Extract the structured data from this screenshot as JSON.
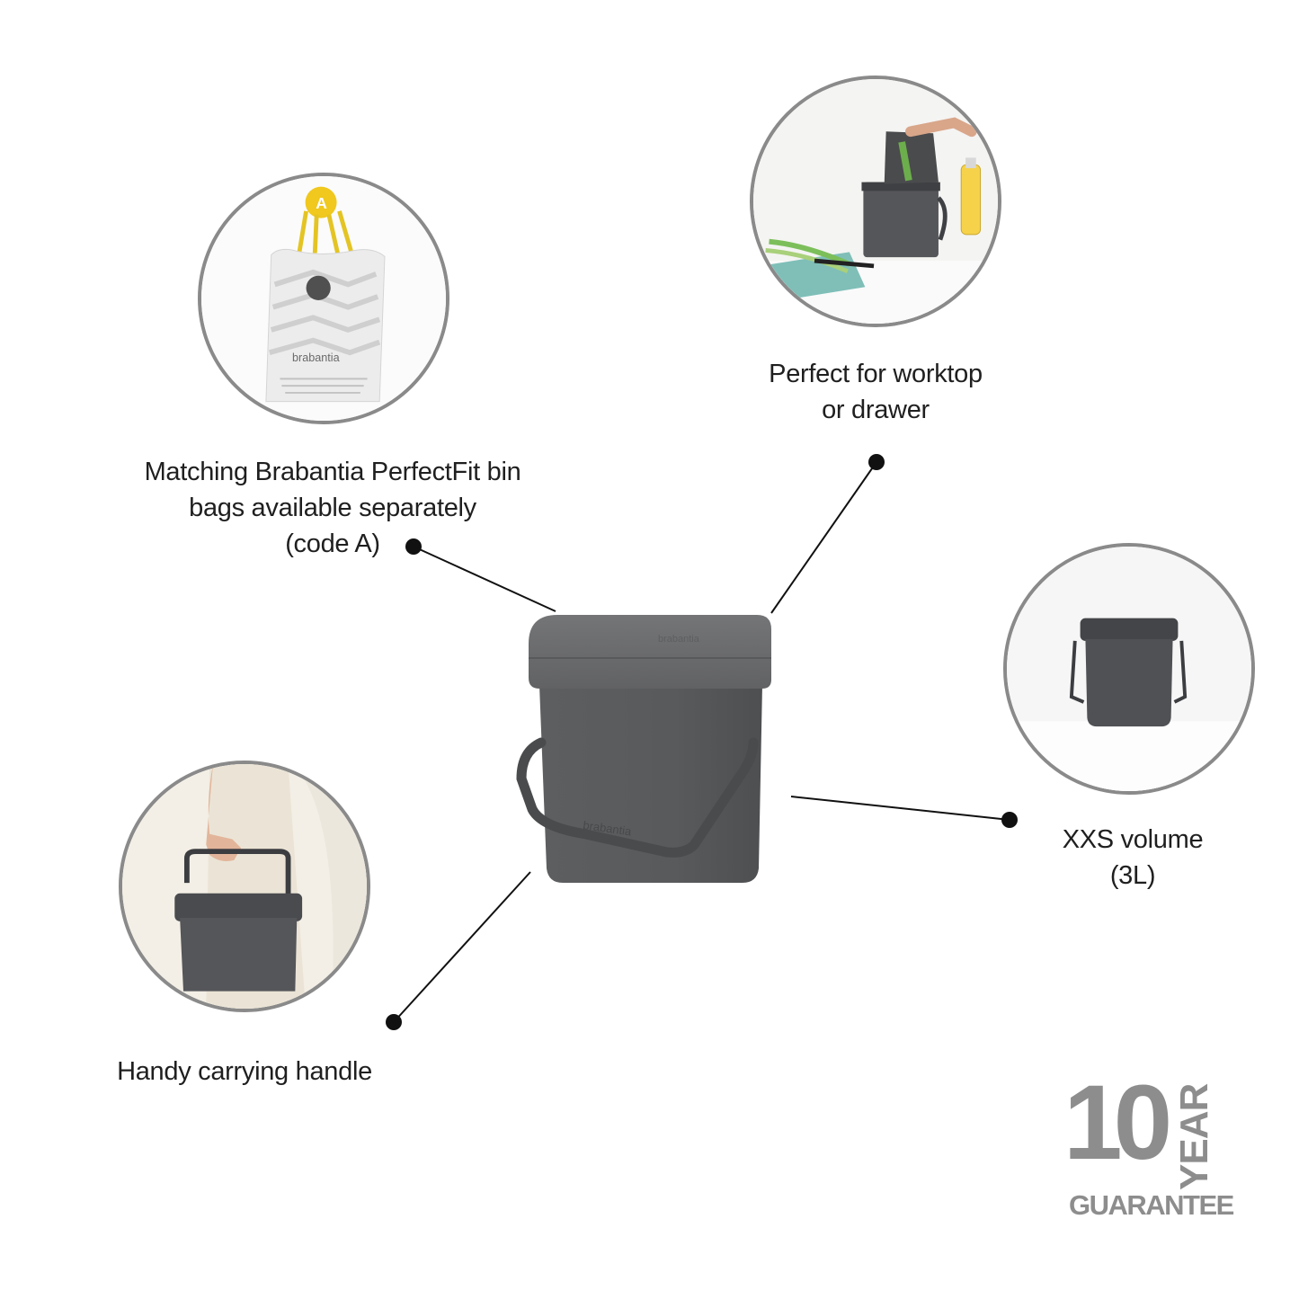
{
  "features": {
    "bags": {
      "lines": [
        "Matching Brabantia PerfectFit bin",
        "bags available separately",
        "(code A)"
      ],
      "bag_brand": "brabantia",
      "hook_letter": "A"
    },
    "worktop": {
      "lines": [
        "Perfect for worktop",
        "or drawer"
      ]
    },
    "volume": {
      "lines": [
        "XXS volume",
        "(3L)"
      ]
    },
    "handle": {
      "lines": [
        "Handy carrying handle"
      ]
    }
  },
  "product": {
    "brand": "brabantia"
  },
  "guarantee": {
    "number": "10",
    "unit": "YEAR",
    "label": "GUARANTEE"
  },
  "colors": {
    "bin": "#5a5b5d",
    "bin_lid": "#6e6f71",
    "circle_border": "#8a8a8a",
    "badge": "#8d8d8d",
    "hook": "#f0c81e"
  }
}
